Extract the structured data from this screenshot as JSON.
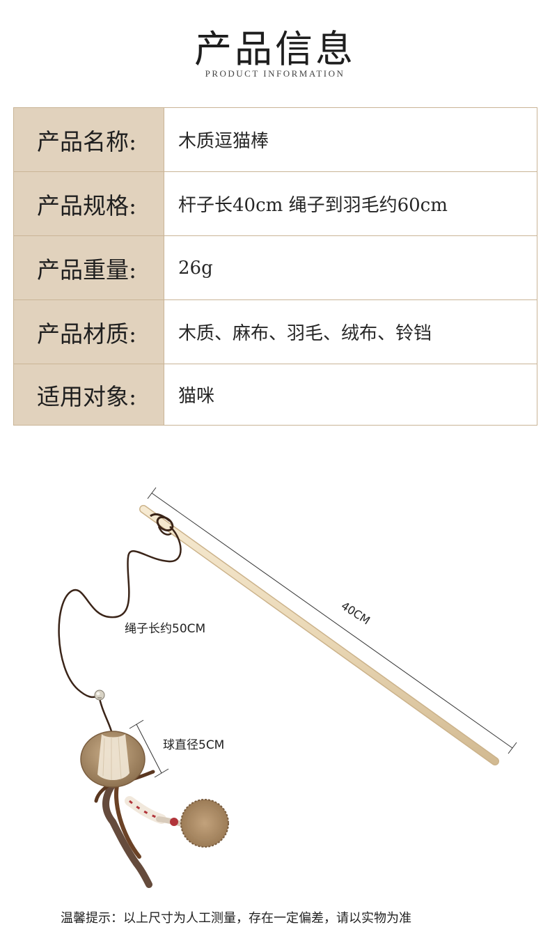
{
  "header": {
    "title": "产品信息",
    "subtitle": "PRODUCT INFORMATION"
  },
  "specs": [
    {
      "label": "产品名称:",
      "value": "木质逗猫棒"
    },
    {
      "label": "产品规格:",
      "value": "杆子长40cm 绳子到羽毛约60cm"
    },
    {
      "label": "产品重量:",
      "value": "26g"
    },
    {
      "label": "产品材质:",
      "value": "木质、麻布、羽毛、绒布、铃铛"
    },
    {
      "label": "适用对象:",
      "value": "猫咪"
    }
  ],
  "illustration": {
    "stick_length_label": "40CM",
    "rope_length_label": "绳子长约50CM",
    "ball_diameter_label": "球直径5CM"
  },
  "footer": {
    "note": "温馨提示：以上尺寸为人工测量，存在一定偏差，请以实物为准"
  },
  "colors": {
    "label_bg": "#e1d2bd",
    "border": "#c9b496",
    "stick": "#ecdcbf",
    "rope": "#3a2418",
    "burlap": "#b39572"
  }
}
